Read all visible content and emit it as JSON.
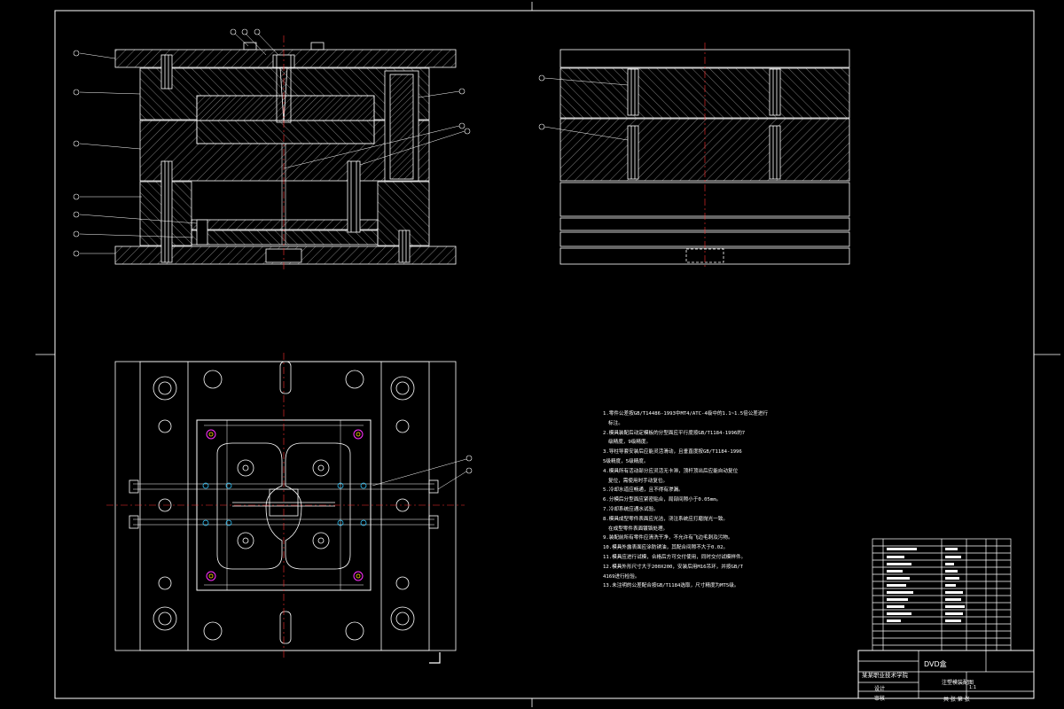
{
  "drawing": {
    "colors": {
      "background": "#000000",
      "lines": "#ffffff",
      "hatch": "#cfcfcf",
      "centerline": "#ff3030",
      "dimension": "#30c8ff",
      "accent_magenta": "#ff30ff",
      "accent_yellow": "#ffd700"
    },
    "technical_notes": [
      "1.零件公差按GB/T14486-1993中MT4/ATC-4级中的1.1~1.5倍公差进行",
      "标注。",
      "2.模具装配后动定模板的分型面应平行度按GB/T1184-1996的7",
      "级精度，9级精度。",
      "3.导柱导套安装后应能灵活滑动，且垂直度按GB/T1184-1996",
      "5级精度，5级精度。",
      "4.模具所有活动部分应灵活无卡滞，顶杆顶出后应能自动复位",
      "复位，需使用时手动复位。",
      "5.冷却水道应畅通，且不得有渗漏。",
      "6.分模后分型面应紧密贴合，局部间隙小于0.05mm。",
      "7.冷却系统应通水试验。",
      "8.模具成型零件表面应光洁，浇注系统应打磨抛光一致。",
      "在成型零件表面镀铬处理。",
      "9.装配前所有零件应清洗干净，不允许有飞边毛刺及污物。",
      "10.模具外露表面应涂防锈油，其配合间隙不大于0.02。",
      "11.模具应进行试模，合格后方可交付使用，同时交付试模样件。",
      "12.模具外形尺寸大于200X200，安装后用M16吊环，并按GB/T",
      "4169进行检验。",
      "13.未注明的公差配合按GB/T1184选取，尺寸精度为MT5级。"
    ],
    "title_block": {
      "product_name": "DVD盒",
      "drawing_name": "注塑模装配图",
      "school": "某某职业技术学院",
      "scale": "1:1",
      "sheet_label": "共 张 第 张",
      "role_designer": "设计",
      "role_checker": "审核"
    }
  }
}
